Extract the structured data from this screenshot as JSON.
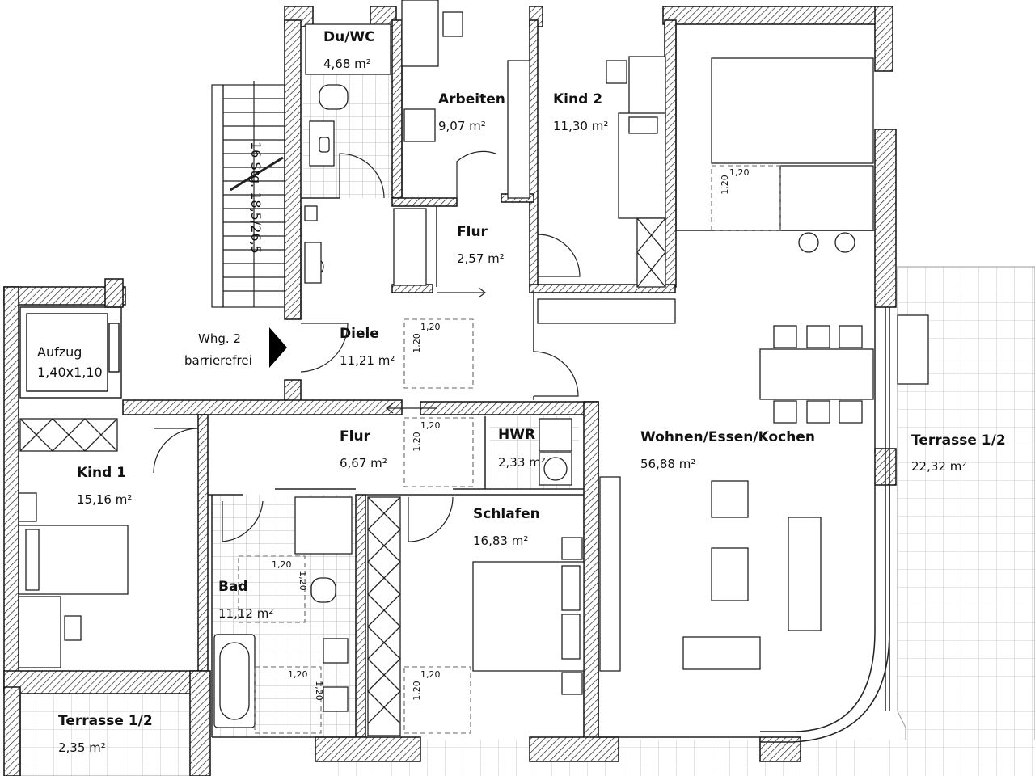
{
  "rooms": {
    "duwc": {
      "name": "Du/WC",
      "area": "4,68 m²"
    },
    "arbeiten": {
      "name": "Arbeiten",
      "area": "9,07 m²"
    },
    "kind2": {
      "name": "Kind 2",
      "area": "11,30 m²"
    },
    "flur_top": {
      "name": "Flur",
      "area": "2,57 m²"
    },
    "diele": {
      "name": "Diele",
      "area": "11,21 m²"
    },
    "flur_mid": {
      "name": "Flur",
      "area": "6,67 m²"
    },
    "hwr": {
      "name": "HWR",
      "area": "2,33 m²"
    },
    "kind1": {
      "name": "Kind 1",
      "area": "15,16 m²"
    },
    "bad": {
      "name": "Bad",
      "area": "11,12 m²"
    },
    "schlafen": {
      "name": "Schlafen",
      "area": "16,83 m²"
    },
    "wohnen": {
      "name": "Wohnen/Essen/Kochen",
      "area": "56,88 m²"
    },
    "terrasse_right": {
      "name": "Terrasse 1/2",
      "area": "22,32 m²"
    },
    "terrasse_left": {
      "name": "Terrasse 1/2",
      "area": "2,35 m²"
    }
  },
  "elevator": {
    "label": "Aufzug",
    "size": "1,40x1,10"
  },
  "entrance": {
    "line1": "Whg. 2",
    "line2": "barrierefrei"
  },
  "stairs": {
    "label": "16 Stg. 18,5/26,5"
  },
  "clearance": {
    "dimension": "1,20"
  },
  "colors": {
    "wall": "#111111",
    "line": "#222222",
    "dash": "#555555",
    "tile": "#999999"
  }
}
